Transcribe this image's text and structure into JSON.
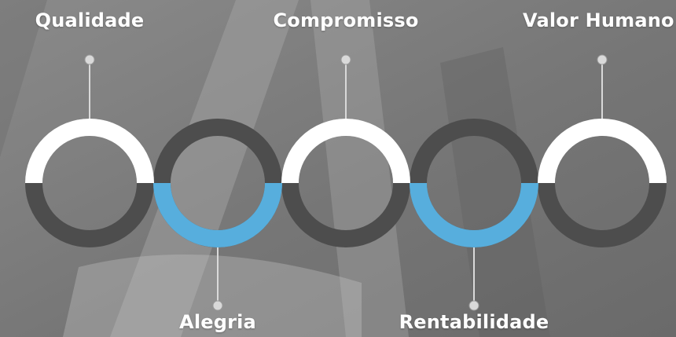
{
  "values": [
    {
      "label": "Qualidade",
      "side": "top",
      "color": "#ffffff"
    },
    {
      "label": "Alegria",
      "side": "bottom",
      "color": "#57aedd"
    },
    {
      "label": "Compromisso",
      "side": "top",
      "color": "#ffffff"
    },
    {
      "label": "Rentabilidade",
      "side": "bottom",
      "color": "#57aedd"
    },
    {
      "label": "Valor Humano",
      "side": "top",
      "color": "#ffffff"
    }
  ],
  "colors": {
    "dark_ring": "#4d4d4d",
    "top_highlight": "#ffffff",
    "bottom_highlight": "#57aedd",
    "connector": "#d9d9d9",
    "label": "#ffffff"
  }
}
